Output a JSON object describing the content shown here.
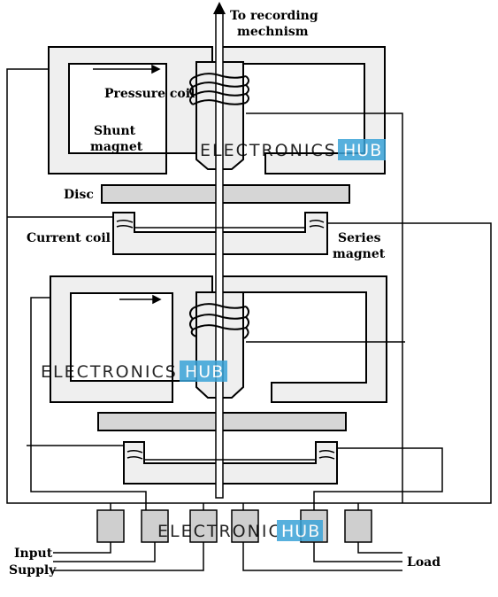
{
  "labels": {
    "recording_line1": "To recording",
    "recording_line2": "mechnism",
    "pressure_coil": "Pressure coil",
    "shunt_line1": "Shunt",
    "shunt_line2": "magnet",
    "disc": "Disc",
    "current_coil": "Current coil",
    "series_line1": "Series",
    "series_line2": "magnet",
    "input_line1": "Input",
    "input_line2": "Supply",
    "load": "Load"
  },
  "watermark": {
    "text": "ELECTRONICS",
    "badge": "HUB"
  },
  "colors": {
    "core_fill": "#efefef",
    "disc_fill": "#d6d6d6",
    "terminal_fill": "#cfcfcf",
    "line": "#000000",
    "watermark_text": "#9a9a9a",
    "watermark_badge": "#3aa3d8"
  }
}
